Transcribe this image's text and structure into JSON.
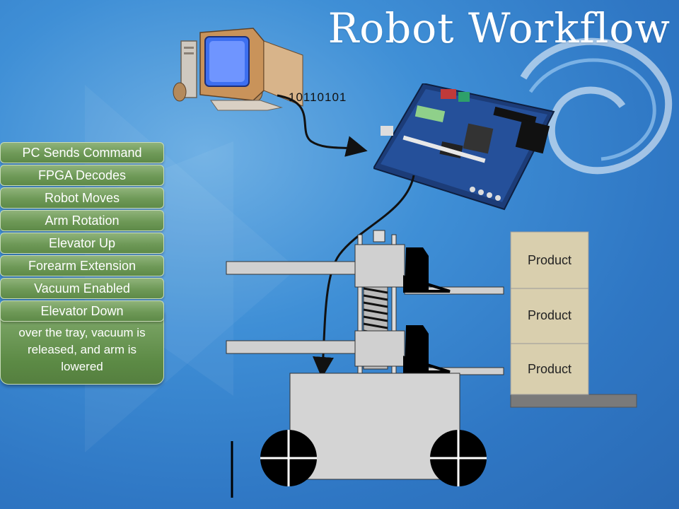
{
  "title": "Robot Workflow",
  "binary_signal": "10110101",
  "steps": [
    "PC Sends Command",
    "FPGA Decodes",
    "Robot Moves",
    "Arm Rotation",
    "Elevator Up",
    "Forearm Extension",
    "Vacuum Enabled",
    "Elevator Down"
  ],
  "step_description": "over the tray, vacuum is released, and arm is lowered",
  "products": [
    "Product",
    "Product",
    "Product"
  ],
  "colors": {
    "step_green": "#6e9957",
    "background_blue": "#3f8fd6",
    "robot_gray": "#d9d9d9",
    "product_tan": "#d9cfae"
  },
  "icons": [
    "computer-icon",
    "fpga-board-icon",
    "robot-diagram"
  ]
}
